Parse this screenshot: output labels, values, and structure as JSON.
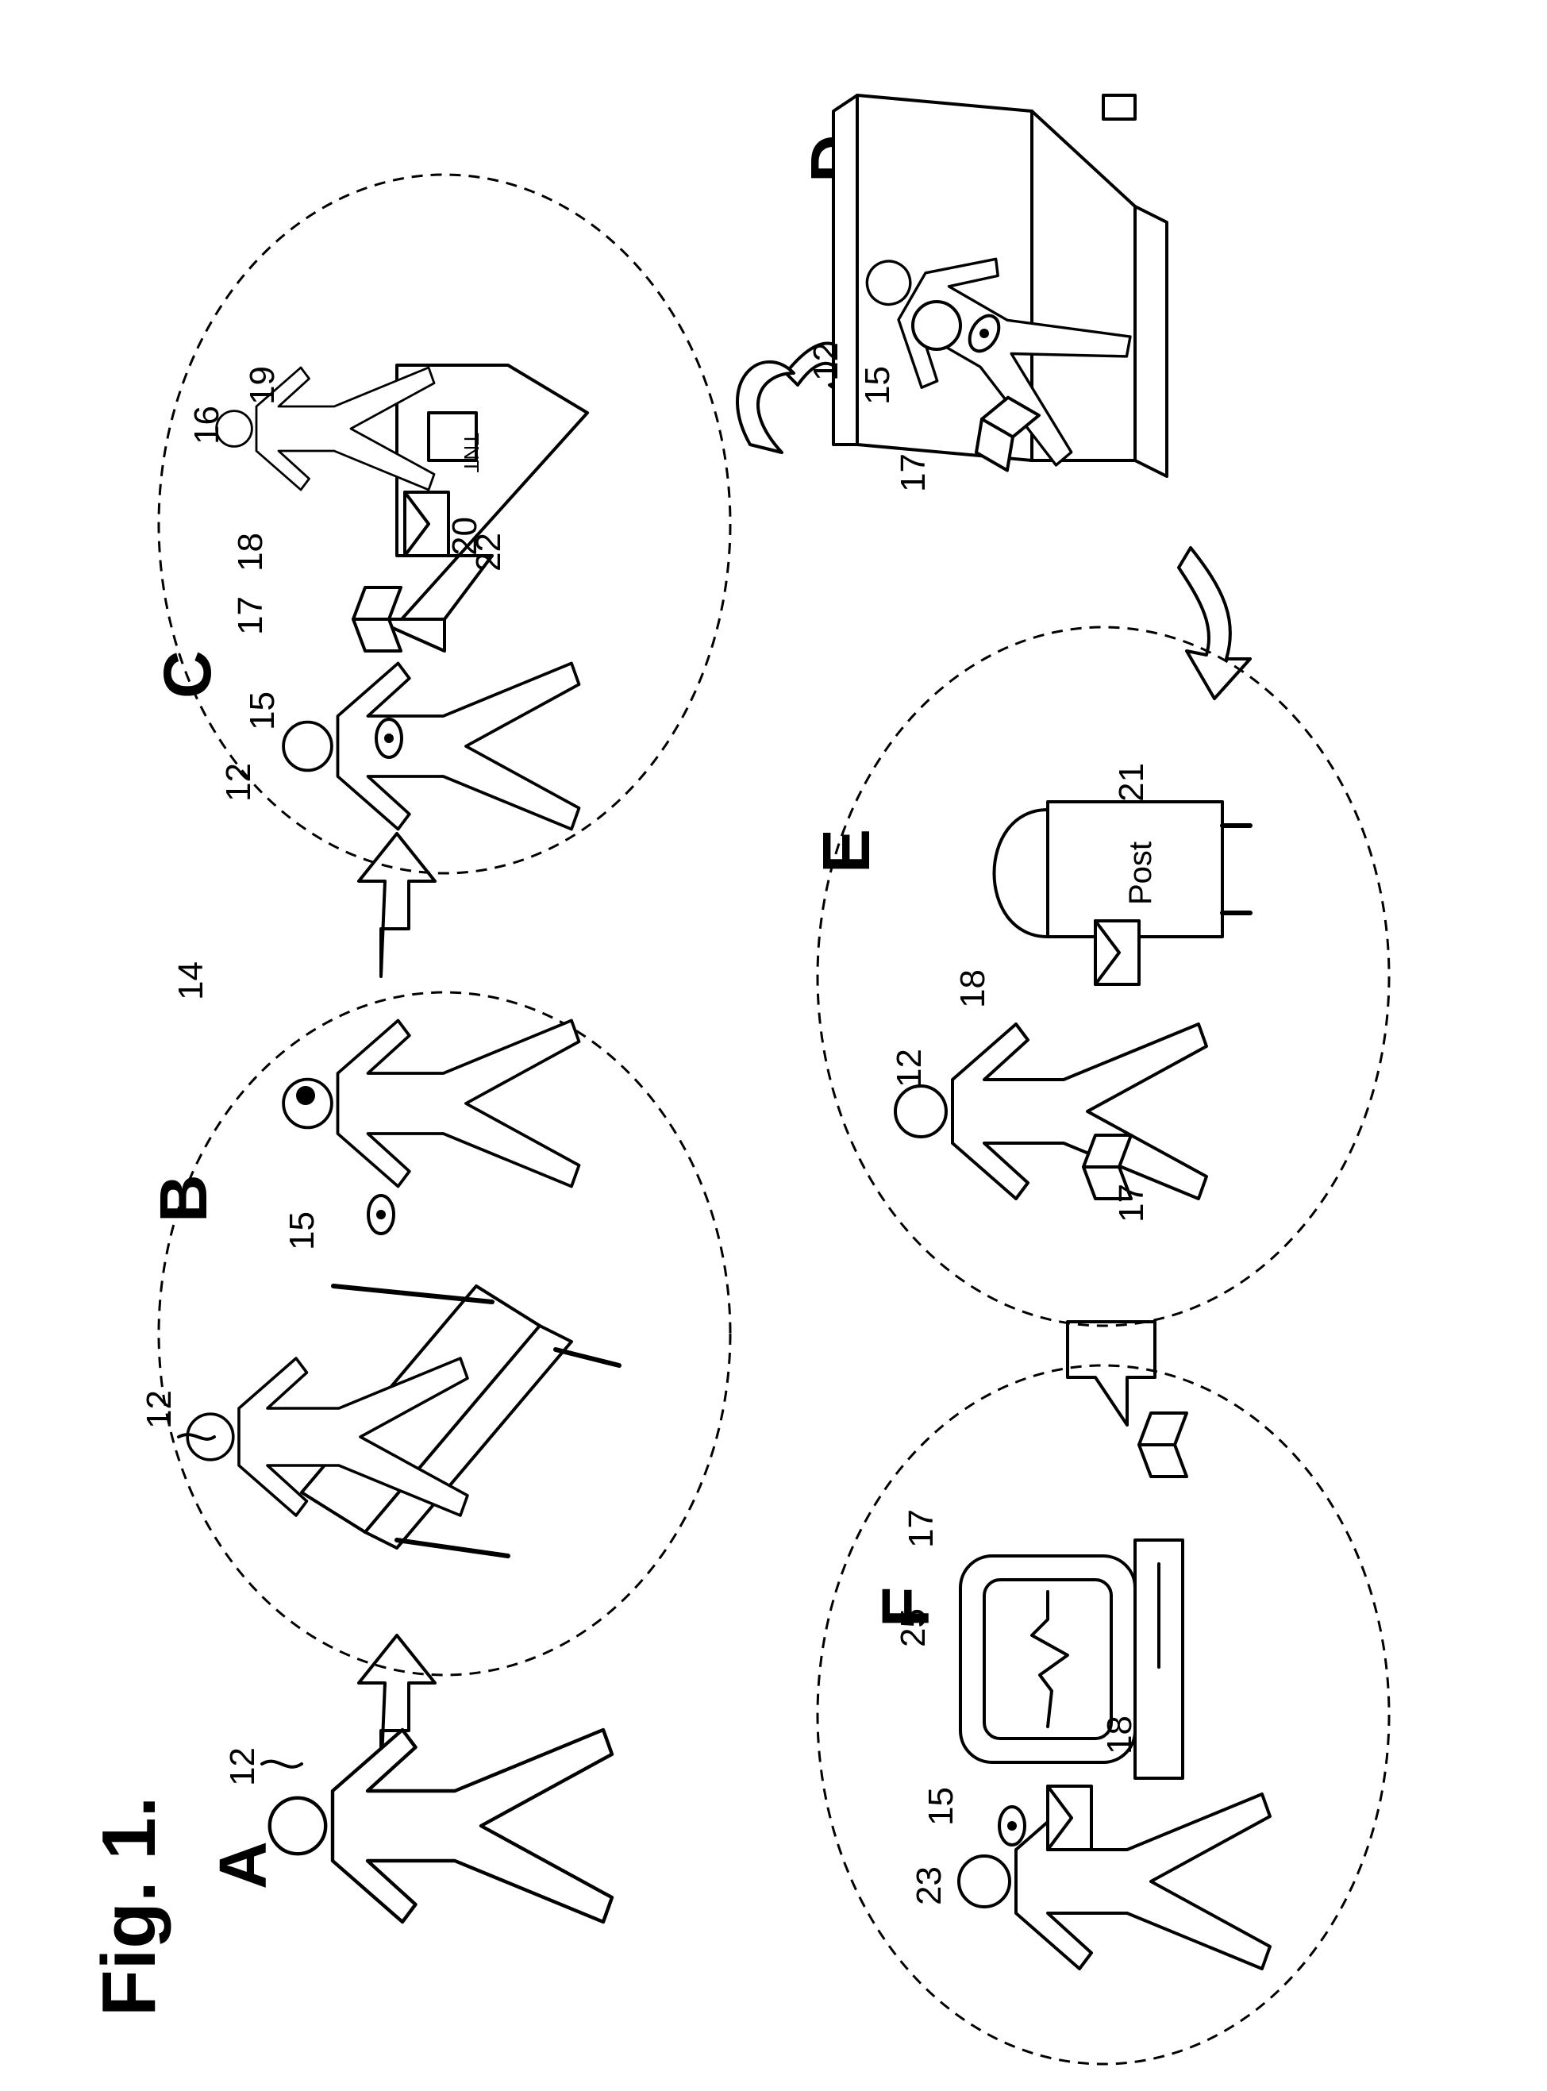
{
  "figure": {
    "title": "Fig. 1.",
    "panels": {
      "A": {
        "letter": "A",
        "labels": {
          "person": "12"
        }
      },
      "B": {
        "letter": "B",
        "labels": {
          "person": "12",
          "device": "15",
          "clinician": "14"
        }
      },
      "C": {
        "letter": "C",
        "labels": {
          "person": "12",
          "device": "15",
          "booklet": "17",
          "envelope": "18",
          "clerk": "16",
          "counter": "19",
          "package_a": "20",
          "package_b": "22"
        },
        "sign_text": "TNT"
      },
      "D": {
        "letter": "D",
        "labels": {
          "person": "12",
          "device": "15",
          "booklet": "17"
        }
      },
      "E": {
        "letter": "E",
        "labels": {
          "person": "12",
          "envelope": "18",
          "booklet": "17",
          "postbox": "21"
        },
        "postbox_text": "Post"
      },
      "F": {
        "letter": "F",
        "labels": {
          "analyst": "23",
          "device": "15",
          "envelope": "18",
          "computer": "25",
          "booklet": "17"
        }
      }
    }
  }
}
